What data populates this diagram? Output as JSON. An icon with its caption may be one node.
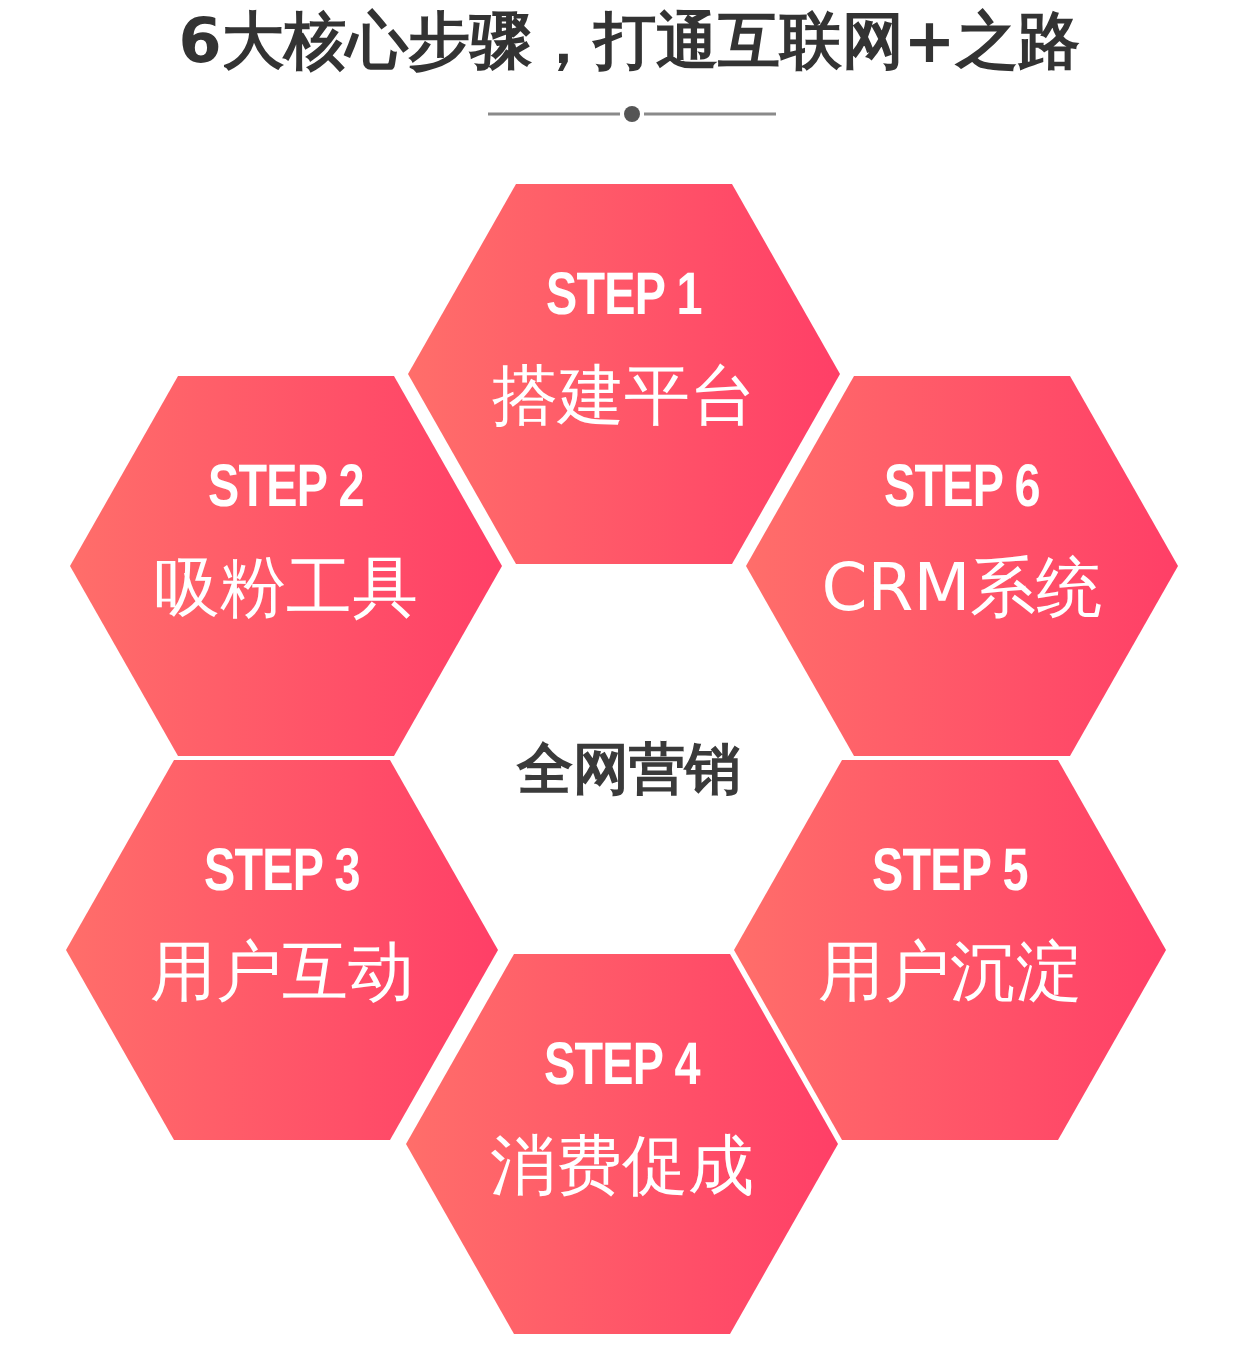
{
  "diagram": {
    "title": "6大核心步骤，打通互联网+之路",
    "nodes": [
      {
        "text": [
          "STEP 1",
          "搭建平台"
        ]
      },
      {
        "text": [
          "STEP 2",
          "吸粉工具"
        ]
      },
      {
        "text": [
          "STEP 6",
          "CRM系统"
        ]
      },
      {
        "text": [
          "STEP 3",
          "用户互动"
        ]
      },
      {
        "text": [
          "STEP 5",
          "用户沉淀"
        ]
      },
      {
        "text": [
          "STEP 4",
          "消费促成"
        ]
      }
    ],
    "labels": [
      "全网营销"
    ]
  }
}
